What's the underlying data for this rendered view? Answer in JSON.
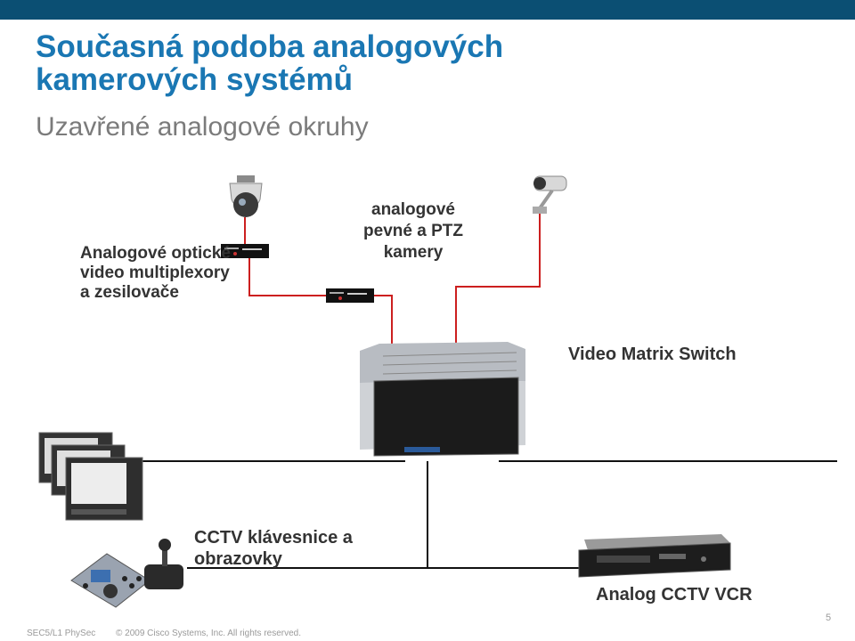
{
  "slide": {
    "title_line1": "Současná podoba analogových",
    "title_line2": "kamerových systémů",
    "subtitle": "Uzavřené analogové okruhy",
    "page_number": "5"
  },
  "labels": {
    "multiplexers": "Analogové optické video multiplexory a zesilovače",
    "cameras": "analogové pevné a PTZ kamery",
    "matrix_switch": "Video Matrix Switch",
    "keyboards_monitors": "CCTV klávesnice a obrazovky",
    "vcr": "Analog CCTV VCR"
  },
  "footer": {
    "course": "SEC5/L1 PhySec",
    "copyright": "© 2009 Cisco Systems, Inc. All rights reserved."
  },
  "colors": {
    "top_bar": "#0b4f73",
    "title": "#1a77b3",
    "subtitle": "#7b7b7b",
    "cable": "#cc1f1f",
    "black_cable": "#111111"
  },
  "icons": [
    "dome-camera-icon",
    "bullet-camera-icon",
    "multiplexer-icon",
    "matrix-switch-icon",
    "crt-monitor-icon",
    "cctv-keyboard-icon",
    "joystick-icon",
    "vcr-icon"
  ]
}
